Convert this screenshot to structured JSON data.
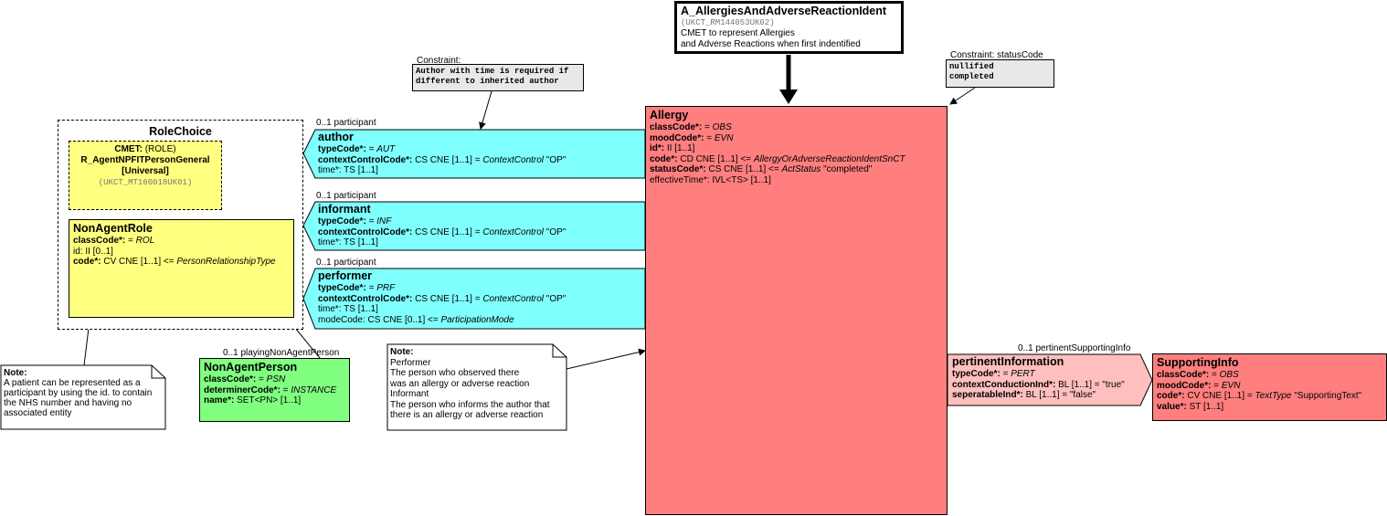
{
  "entry_point": {
    "title": "A_AllergiesAndAdverseReactionIdent",
    "id": "(UKCT_RM144053UK02)",
    "lines": [
      "CMET to represent Allergies",
      "and Adverse Reactions when first indentified"
    ]
  },
  "allergy": {
    "title": "Allergy",
    "attributes": [
      {
        "name": "classCode*:",
        "rest": " = ",
        "italic": "OBS",
        "tail": ""
      },
      {
        "name": "moodCode*:",
        "rest": " = ",
        "italic": "EVN",
        "tail": ""
      },
      {
        "name": "id*:",
        "rest": " II [1..1]",
        "italic": "",
        "tail": ""
      },
      {
        "name": "code*:",
        "rest": " CD CNE [1..1] <= ",
        "italic": "AllergyOrAdverseReactionIdentSnCT",
        "tail": ""
      },
      {
        "name": "statusCode*:",
        "rest": " CS CNE [1..1] <= ",
        "italic": "ActStatus",
        "tail": " \"completed\""
      },
      {
        "name": "",
        "rest": "effectiveTime*: IVL<TS> [1..1]",
        "italic": "",
        "tail": ""
      }
    ]
  },
  "participations": [
    {
      "label": "0..1 participant",
      "title": "author",
      "attributes": [
        {
          "name": "typeCode*:",
          "rest": " = ",
          "italic": "AUT",
          "tail": ""
        },
        {
          "name": "contextControlCode*:",
          "rest": " CS CNE [1..1] = ",
          "italic": "ContextControl",
          "tail": " \"OP\""
        },
        {
          "name": "",
          "rest": "time*: TS [1..1]",
          "italic": "",
          "tail": ""
        }
      ]
    },
    {
      "label": "0..1 participant",
      "title": "informant",
      "attributes": [
        {
          "name": "typeCode*:",
          "rest": " = ",
          "italic": "INF",
          "tail": ""
        },
        {
          "name": "contextControlCode*:",
          "rest": " CS CNE [1..1] = ",
          "italic": "ContextControl",
          "tail": " \"OP\""
        },
        {
          "name": "",
          "rest": "time*: TS [1..1]",
          "italic": "",
          "tail": ""
        }
      ]
    },
    {
      "label": "0..1 participant",
      "title": "performer",
      "attributes": [
        {
          "name": "typeCode*:",
          "rest": " = ",
          "italic": "PRF",
          "tail": ""
        },
        {
          "name": "contextControlCode*:",
          "rest": " CS CNE [1..1] = ",
          "italic": "ContextControl",
          "tail": " \"OP\""
        },
        {
          "name": "",
          "rest": "time*: TS [1..1]",
          "italic": "",
          "tail": ""
        },
        {
          "name": "",
          "rest": "modeCode: CS CNE [0..1] <= ",
          "italic": "ParticipationMode",
          "tail": ""
        }
      ]
    }
  ],
  "role_choice": {
    "title": "RoleChoice",
    "cmet": {
      "line1_bold": "CMET:",
      "line1_rest": " (ROLE)",
      "line2": "R_AgentNPFITPersonGeneral",
      "line3": "[Universal]",
      "id": "(UKCT_MT160018UK01)"
    },
    "non_agent_role": {
      "title": "NonAgentRole",
      "attributes": [
        {
          "name": "classCode*:",
          "rest": " = ",
          "italic": "ROL",
          "tail": ""
        },
        {
          "name": "",
          "rest": "id: II [0..1]",
          "italic": "",
          "tail": ""
        },
        {
          "name": "code*:",
          "rest": " CV CNE [1..1] <= ",
          "italic": "PersonRelationshipType",
          "tail": ""
        }
      ]
    }
  },
  "non_agent_person": {
    "label": "0..1 playingNonAgentPerson",
    "title": "NonAgentPerson",
    "attributes": [
      {
        "name": "classCode*:",
        "rest": " = ",
        "italic": "PSN",
        "tail": ""
      },
      {
        "name": "determinerCode*:",
        "rest": " = ",
        "italic": "INSTANCE",
        "tail": ""
      },
      {
        "name": "name*:",
        "rest": " SET<PN> [1..1]",
        "italic": "",
        "tail": ""
      }
    ]
  },
  "pertinent_information": {
    "label": "0..1 pertinentSupportingInfo",
    "title": "pertinentInformation",
    "attributes": [
      {
        "name": "typeCode*:",
        "rest": " = ",
        "italic": "PERT",
        "tail": ""
      },
      {
        "name": "contextConductionInd*:",
        "rest": " BL [1..1] = \"true\"",
        "italic": "",
        "tail": ""
      },
      {
        "name": "seperatableInd*:",
        "rest": " BL [1..1] = \"false\"",
        "italic": "",
        "tail": ""
      }
    ]
  },
  "supporting_info": {
    "title": "SupportingInfo",
    "attributes": [
      {
        "name": "classCode*:",
        "rest": " = ",
        "italic": "OBS",
        "tail": ""
      },
      {
        "name": "moodCode*:",
        "rest": " = ",
        "italic": "EVN",
        "tail": ""
      },
      {
        "name": "code*:",
        "rest": " CV CNE [1..1] = ",
        "italic": "TextType",
        "tail": " \"SupportingText\""
      },
      {
        "name": "value*:",
        "rest": " ST [1..1]",
        "italic": "",
        "tail": ""
      }
    ]
  },
  "constraint_author": {
    "label": "Constraint:",
    "lines": [
      "Author with time is required if",
      "different to inherited author"
    ]
  },
  "constraint_status": {
    "label": "Constraint: statusCode",
    "lines": [
      "nullified",
      "completed"
    ]
  },
  "note_patient": {
    "heading": "Note:",
    "lines": [
      "A patient can be represented as  a",
      "participant by using the id. to contain",
      "the NHS number and having no",
      "associated entity"
    ]
  },
  "note_performer": {
    "heading": "Note:",
    "lines": [
      "Performer",
      "The person who observed there",
      "was an allergy or adverse reaction",
      "Informant",
      "The person who informs the author that",
      "there is an allergy or adverse reaction"
    ]
  },
  "colors": {
    "act": "#ff7f7f",
    "act_relationship": "#ffbfbf",
    "participation": "#80ffff",
    "role": "#ffff80",
    "entity": "#80ff80",
    "constraint_fill": "#e8e8e8"
  }
}
